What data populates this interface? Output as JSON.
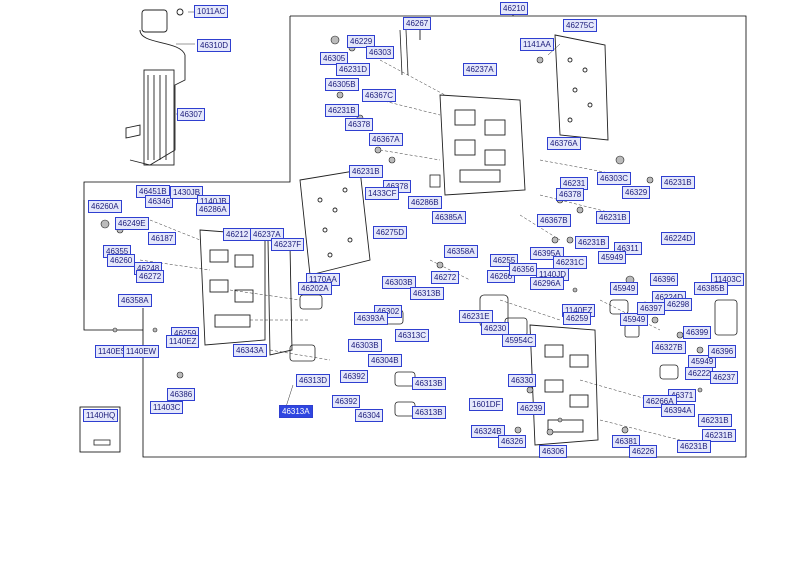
{
  "highlight_color": "#2f46e0",
  "label_border_color": "#2f3fd0",
  "labels": [
    "1011AC",
    "46310D",
    "46307",
    "46210",
    "46267",
    "46275C",
    "1141AA",
    "46229",
    "46305",
    "46303",
    "46231D",
    "46305B",
    "46237A",
    "46367C",
    "46231B",
    "46378",
    "46367A",
    "46231B",
    "46378",
    "1433CF",
    "46376A",
    "46303C",
    "46231B",
    "46329",
    "46231",
    "46378",
    "46231B",
    "46367B",
    "46231B",
    "46286B",
    "46385A",
    "46275D",
    "46260A",
    "46451B",
    "46346",
    "1430JB",
    "1140JB",
    "46286A",
    "46249E",
    "46212",
    "46237A",
    "46237F",
    "46187",
    "46355",
    "46260",
    "46248",
    "46272",
    "46358A",
    "1170AA",
    "46202A",
    "46303B",
    "46313B",
    "46302",
    "46393A",
    "46313C",
    "46303B",
    "46304B",
    "46343A",
    "46313D",
    "46392",
    "46313B",
    "46392",
    "46304",
    "46313B",
    "46313A",
    "46259",
    "1140EZ",
    "1140ES",
    "1140EW",
    "46386",
    "11403C",
    "1140HQ",
    "46358A",
    "46255",
    "46260",
    "46356",
    "46395A",
    "46231C",
    "46272",
    "1140JD",
    "46296A",
    "46231E",
    "46230",
    "45954C",
    "1140EZ",
    "46259",
    "46224D",
    "46311",
    "45949",
    "46396",
    "45949",
    "46224D",
    "46298",
    "45949",
    "46397",
    "46399",
    "11403C",
    "46385B",
    "46327B",
    "45949",
    "46396",
    "46222",
    "46237",
    "46371",
    "46266A",
    "46394A",
    "46231B",
    "46231B",
    "46330",
    "1601DF",
    "46239",
    "46324B",
    "46326",
    "46306",
    "46381",
    "46226",
    "46231B"
  ]
}
